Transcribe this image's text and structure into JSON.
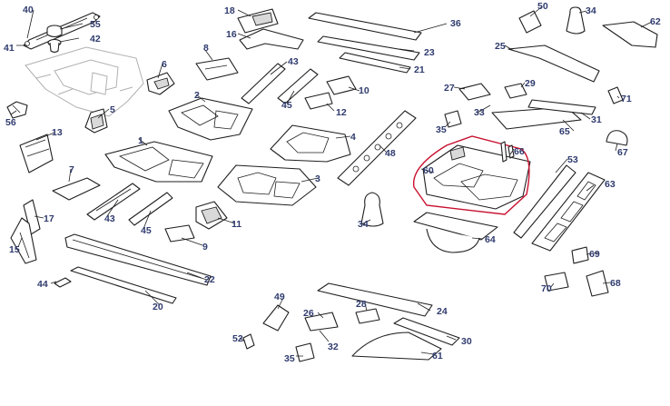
{
  "colors": {
    "callout": "#2f3b6e",
    "line": "#1f1f1f",
    "highlight": "#c8102e",
    "ghost": "#b0b0b0"
  },
  "highlight": {
    "target": "60"
  },
  "labels": {
    "l1": "1",
    "l2": "2",
    "l3": "3",
    "l4": "4",
    "l5": "5",
    "l6": "6",
    "l7": "7",
    "l8": "8",
    "l9": "9",
    "l10": "10",
    "l11": "11",
    "l12": "12",
    "l13": "13",
    "l15": "15",
    "l16": "16",
    "l17": "17",
    "l18": "18",
    "l20": "20",
    "l21": "21",
    "l22": "22",
    "l23": "23",
    "l24": "24",
    "l25": "25",
    "l26": "26",
    "l27": "27",
    "l28": "28",
    "l29": "29",
    "l30": "30",
    "l31": "31",
    "l32": "32",
    "l33": "33",
    "l34a": "34",
    "l34b": "34",
    "l35a": "35",
    "l35b": "35",
    "l36": "36",
    "l40": "40",
    "l41": "41",
    "l42": "42",
    "l43a": "43",
    "l43b": "43",
    "l44": "44",
    "l45a": "45",
    "l45b": "45",
    "l48": "48",
    "l49": "49",
    "l50": "50",
    "l52": "52",
    "l53": "53",
    "l55": "55",
    "l56": "56",
    "l60": "60",
    "l61": "61",
    "l62": "62",
    "l63": "63",
    "l64": "64",
    "l65": "65",
    "l66": "66",
    "l67": "67",
    "l68": "68",
    "l69": "69",
    "l70": "70",
    "l71": "71"
  }
}
